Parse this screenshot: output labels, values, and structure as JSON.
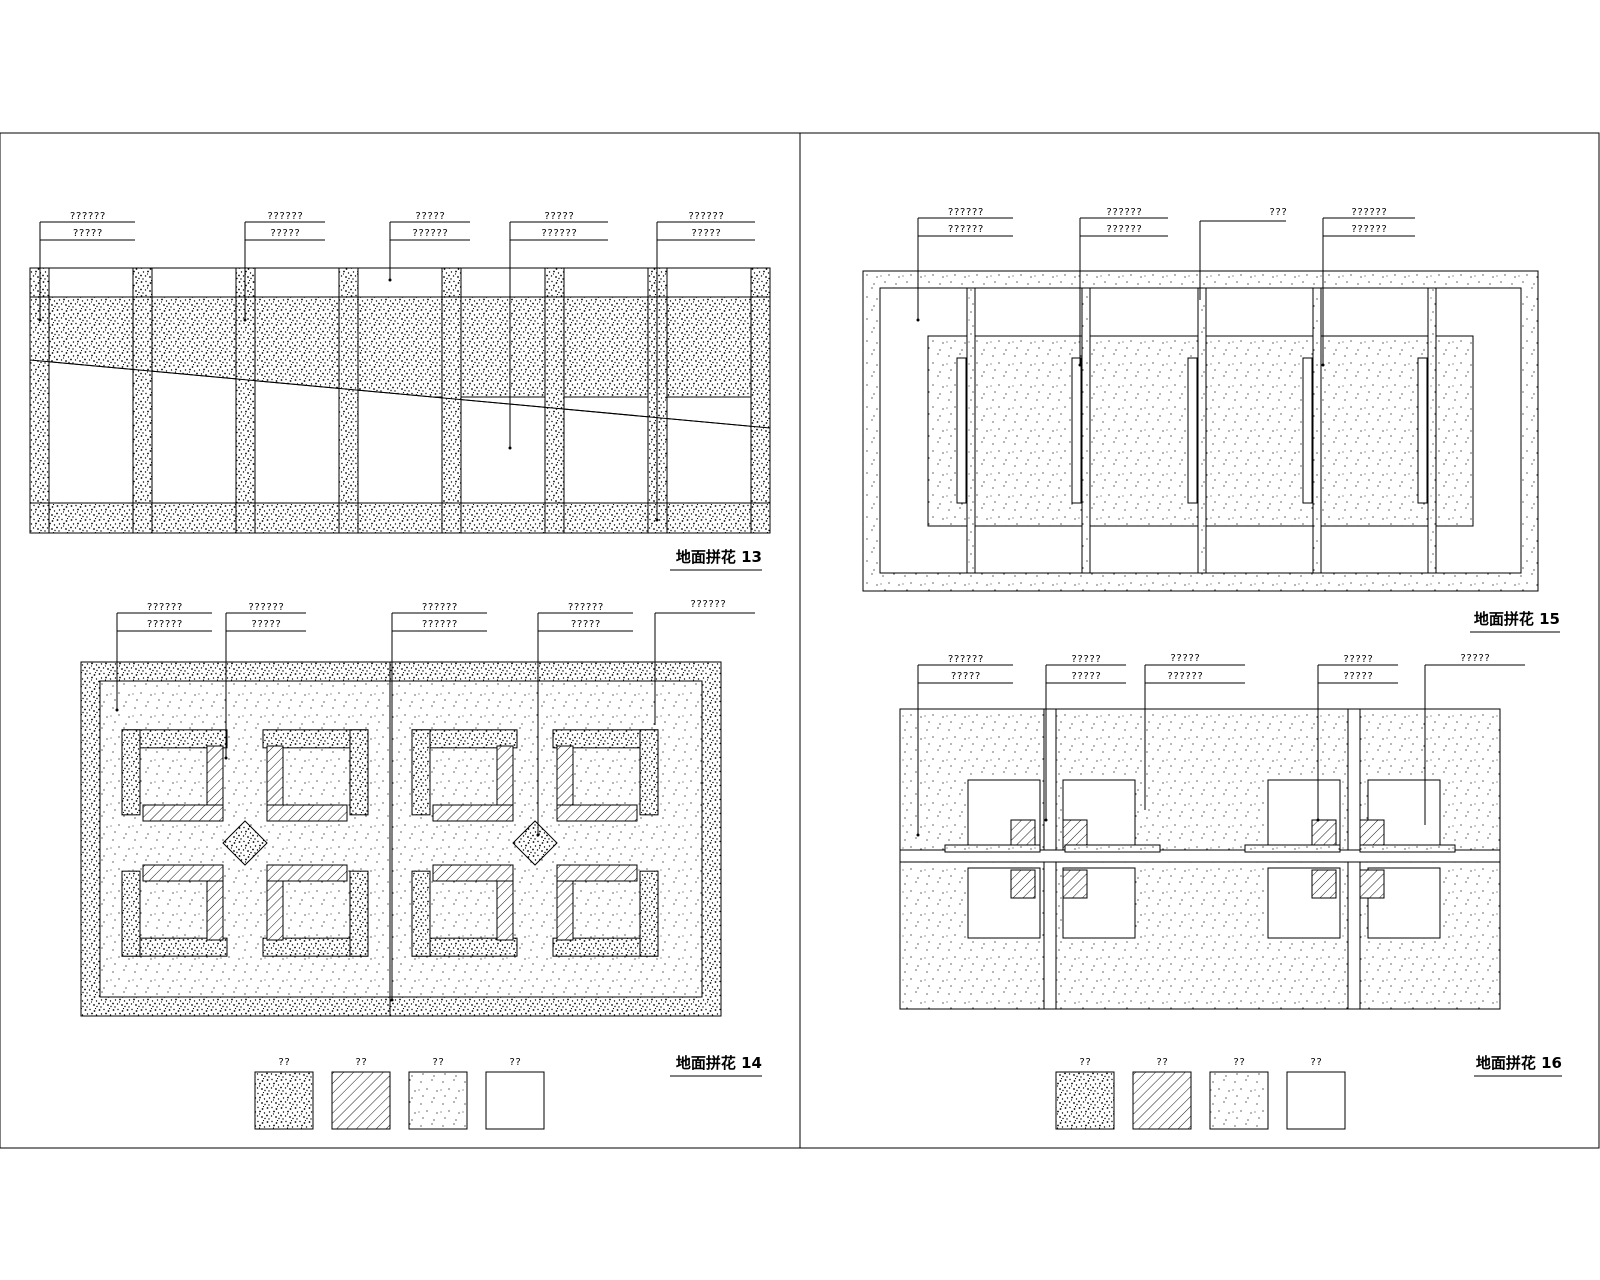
{
  "plans": [
    {
      "title": "地面拼花 13",
      "callouts": [
        "??????",
        "?????",
        "??????",
        "?????",
        "?????",
        "??????",
        "?????",
        "??????",
        "??????",
        "?????"
      ]
    },
    {
      "title": "地面拼花 14",
      "callouts": [
        "??????",
        "??????",
        "??????",
        "?????",
        "??????",
        "??????",
        "??????",
        "?????",
        "??????"
      ]
    },
    {
      "title": "地面拼花 15",
      "callouts": [
        "??????",
        "??????",
        "??????",
        "??????",
        "???",
        "??????",
        "??????"
      ]
    },
    {
      "title": "地面拼花 16",
      "callouts": [
        "??????",
        "?????",
        "?????",
        "?????",
        "?????",
        "??????",
        "?????",
        "?????",
        "?????"
      ]
    }
  ],
  "legend_left": [
    "??",
    "??",
    "??",
    "??"
  ],
  "legend_right": [
    "??",
    "??",
    "??",
    "??"
  ]
}
